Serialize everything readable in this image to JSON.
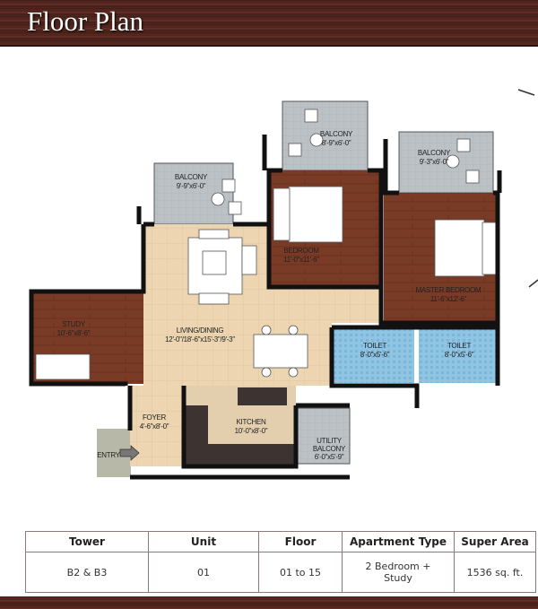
{
  "header": {
    "title": "Floor Plan"
  },
  "plan": {
    "rooms": {
      "balcony_1": {
        "name": "BALCONY",
        "size": "9'-9\"x6'-0\""
      },
      "balcony_2": {
        "name": "BALCONY",
        "size": "8'-9\"x6'-0\""
      },
      "balcony_3": {
        "name": "BALCONY",
        "size": "9'-3\"x6'-0\""
      },
      "bedroom": {
        "name": "BEDROOM",
        "size": "11'-0\"x11'-6\""
      },
      "master_bedroom": {
        "name": "MASTER BEDROOM",
        "size": "11'-6\"x12'-6\""
      },
      "study": {
        "name": "STUDY",
        "size": "10'-6\"x8'-6\""
      },
      "living_dining": {
        "name": "LIVING/DINING",
        "size": "12'-0\"/18'-6\"x15'-3\"/9'-3\""
      },
      "toilet_1": {
        "name": "TOILET",
        "size": "8'-0\"x5'-6\""
      },
      "toilet_2": {
        "name": "TOILET",
        "size": "8'-0\"x5'-6\""
      },
      "foyer": {
        "name": "FOYER",
        "size": "4'-6\"x8'-0\""
      },
      "kitchen": {
        "name": "KITCHEN",
        "size": "10'-0\"x8'-0\""
      },
      "utility_balcony": {
        "name_1": "UTILITY",
        "name_2": "BALCONY",
        "size": "6'-0\"x5'-9\""
      },
      "entry": {
        "name": "ENTRY"
      }
    },
    "colors": {
      "wood": "#7a3b26",
      "tile": "#ecd5b0",
      "balcony": "#b9bec2",
      "toilet": "#8fc4e3",
      "wall": "#111111"
    }
  },
  "table": {
    "headers": [
      "Tower",
      "Unit",
      "Floor",
      "Apartment Type",
      "Super Area"
    ],
    "row": [
      "B2 & B3",
      "01",
      "01 to 15",
      "2 Bedroom + Study",
      "1536 sq. ft."
    ]
  }
}
